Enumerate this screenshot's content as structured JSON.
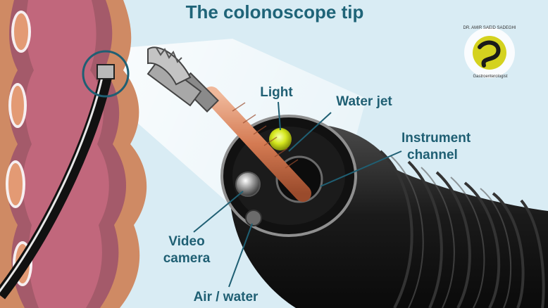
{
  "title": "The colonoscope tip",
  "labels": {
    "light": "Light",
    "water_jet": "Water jet",
    "instrument_channel_1": "Instrument",
    "instrument_channel_2": "channel",
    "video_camera_1": "Video",
    "video_camera_2": "camera",
    "air_water": "Air / water"
  },
  "logo": {
    "ring_text_top": "DR. AMIR SAEID SADEGHI",
    "ring_text_bottom": "Gastroenterologist"
  },
  "colors": {
    "background": "#d9ecf4",
    "title": "#1f6478",
    "label": "#1f5f73",
    "colon_outer": "#cf8a64",
    "colon_inner": "#a45a6a",
    "scope_body": "#1c1c1c",
    "light": "#d6e81e",
    "logo_yellow": "#d4d21f"
  }
}
